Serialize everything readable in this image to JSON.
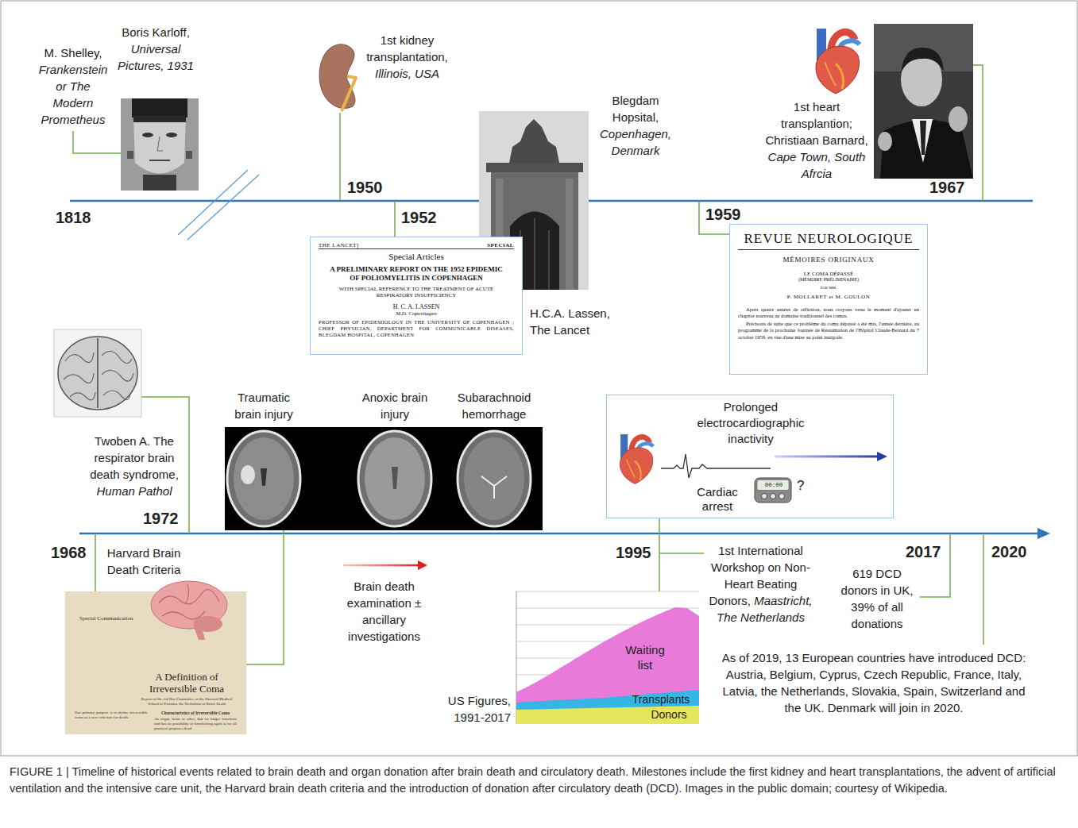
{
  "diagram": {
    "caption": "FIGURE 1 | Timeline of historical events related to brain death and organ donation after brain death and circulatory death. Milestones include the first kidney and heart transplantations, the advent of artificial ventilation and the intensive care unit, the Harvard brain death criteria and the introduction of donation after circulatory death (DCD). Images in the public domain; courtesy of Wikipedia.",
    "nodes": [
      {
        "text": [
          "THE LANCET]",
          "SPECIAL",
          "Special Articles",
          "A PRELIMINARY REPORT ON THE 1952 EPIDEMIC OF POLIOMYELITIS IN COPENHAGEN",
          "WITH SPECIAL REFERENCE TO THE TREATMENT OF ACUTE RESPIRATORY INSUFFICIENCY",
          "H. C. A. LASSEN",
          "M.D. Copenhagen",
          "PROFESSOR OF EPIDEMIOLOGY IN THE UNIVERSITY OF COPENHAGEN ; CHIEF PHYSICIAN, DEPARTMENT FOR COMMUNICABLE DISEASES, BLEGDAM HOSPITAL, COPENHAGEN"
        ]
      },
      {
        "text": [
          "REVUE NEUROLOGIQUE",
          "MÉMOIRES ORIGINAUX",
          "LE COMA DÉPASSÉ",
          "(MÉMOIRE PRÉLIMINAIRE)",
          "PAR MM.",
          "P. MOLLARET et M. GOULON",
          "Après quatre années de réflexion, nous croyons venu le moment d'ajouter un chapitre nouveau au domaine traditionnel des comas.",
          "Précisons de suite que ce problème du coma dépassé a été mis, l'année dernière, au programme de la prochaine Journée de Réanimation de l'Hôpital Claude-Bernard du 7 octobre 1959, en vue d'une mise au point intégrale."
        ]
      },
      {
        "text": [
          "Special Communication",
          "A Definition of Irreversible Coma",
          "Report of the Ad Hoc Committee of the Harvard Medical School to Examine the Definition of Brain Death",
          "Our primary purpose is to define irreversible coma as a new criterion for death.",
          "Characteristics of Irreversible Coma",
          "An organ, brain or other, that no longer functions and has no possibility of functioning again is for all practical purposes dead."
        ]
      },
      {
        "text": [
          "Traumatic brain injury",
          "Anoxic brain injury",
          "Subarachnoid hemorrhage"
        ]
      },
      {
        "text": [
          "Prolonged electrocardiographic inactivity",
          "Cardiac arrest",
          "00:00",
          "?"
        ]
      },
      {
        "text": [
          "Waiting list",
          "Transplants",
          "Donors"
        ]
      }
    ],
    "edges": [
      {
        "from": 2,
        "to": 3,
        "arrow": "none"
      },
      {
        "from": 4,
        "to": 5,
        "arrow": "none"
      }
    ],
    "labels": [
      "M. Shelley,",
      "Frankenstein or The Modern Prometheus",
      "Boris Karloff,",
      "Universal Pictures, 1931",
      "1818",
      "1st kidney transplantation,",
      "Illinois, USA",
      "1950",
      "1952",
      "Blegdam Hopsital,",
      "Copenhagen, Denmark",
      "H.C.A. Lassen, The Lancet",
      "1st heart transplantion; Christiaan Barnard,",
      "Cape Town, South Afrcia",
      "1967",
      "1959",
      "Twoben A. The respirator brain death syndrome,",
      "Human Pathol",
      "1972",
      "1968",
      "Harvard Brain Death Criteria",
      "Brain death examination ± ancillary investigations",
      "US Figures, 1991-2017",
      "1995",
      "1st International Workshop on Non-Heart Beating Donors,",
      "Maastricht, The Netherlands",
      "2017",
      "619 DCD donors in UK, 39% of all donations",
      "2020",
      "As of 2019, 13 European countries have introduced DCD: Austria, Belgium, Cyprus, Czech Republic, France, Italy, Latvia, the Netherlands, Slovakia, Spain, Switzerland and the UK. Denmark will join in 2020."
    ]
  }
}
